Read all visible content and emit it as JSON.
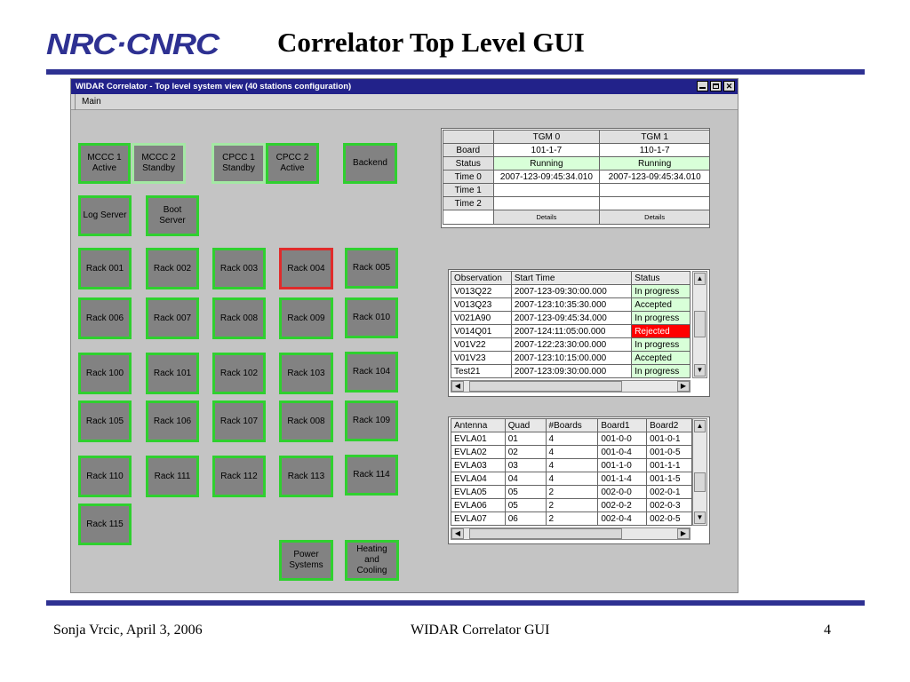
{
  "slide": {
    "logo_text": "NRC·CNRC",
    "title": "Correlator Top Level GUI",
    "colors": {
      "rule": "#2e3192",
      "logo": "#2e3192"
    }
  },
  "window": {
    "title": "WIDAR Correlator -  Top level system view (40 stations configuration)",
    "controls": {
      "minimize": "minimize-icon",
      "maximize": "maximize-icon",
      "close": "close-icon"
    },
    "menu": [
      "Main"
    ]
  },
  "tiles": {
    "mccc1": "MCCC 1\nActive",
    "mccc2": "MCCC 2\nStandby",
    "cpcc1": "CPCC 1\nStandby",
    "cpcc2": "CPCC 2\nActive",
    "backend": "Backend",
    "log_server": "Log Server",
    "boot_server": "Boot\nServer",
    "power": "Power\nSystems",
    "heating": "Heating\nand\nCooling",
    "racks": [
      "Rack 001",
      "Rack 002",
      "Rack 003",
      "Rack 004",
      "Rack 005",
      "Rack 006",
      "Rack 007",
      "Rack 008",
      "Rack 009",
      "Rack 010",
      "Rack 100",
      "Rack 101",
      "Rack 102",
      "Rack 103",
      "Rack 104",
      "Rack 105",
      "Rack 106",
      "Rack 107",
      "Rack 008",
      "Rack 109",
      "Rack 110",
      "Rack 111",
      "Rack 112",
      "Rack 113",
      "Rack 114",
      "Rack 115"
    ],
    "colors": {
      "active_border": "#2fd02f",
      "standby_border": "#a4e8a4",
      "alert_border": "#e02b2b",
      "fill": "#828282"
    }
  },
  "tgm": {
    "headers": [
      "TGM 0",
      "TGM 1"
    ],
    "rows": [
      {
        "label": "Board",
        "values": [
          "101-1-7",
          "110-1-7"
        ]
      },
      {
        "label": "Status",
        "values": [
          "Running",
          "Running"
        ]
      },
      {
        "label": "Time 0",
        "values": [
          "2007-123-09:45:34.010",
          "2007-123-09:45:34.010"
        ]
      },
      {
        "label": "Time 1",
        "values": [
          "",
          ""
        ]
      },
      {
        "label": "Time 2",
        "values": [
          "",
          ""
        ]
      }
    ],
    "details_labels": [
      "Details",
      "Details"
    ]
  },
  "observations": {
    "columns": [
      "Observation",
      "Start Time",
      "Status"
    ],
    "rows": [
      {
        "name": "V013Q22",
        "start": "2007-123-09:30:00.000",
        "status": "In progress",
        "state": "green"
      },
      {
        "name": "V013Q23",
        "start": "2007-123:10:35:30.000",
        "status": "Accepted",
        "state": "green"
      },
      {
        "name": "V021A90",
        "start": "2007-123-09:45:34.000",
        "status": "In progress",
        "state": "green"
      },
      {
        "name": "V014Q01",
        "start": "2007-124:11:05:00.000",
        "status": "Rejected",
        "state": "red"
      },
      {
        "name": "V01V22",
        "start": "2007-122:23:30:00.000",
        "status": "In progress",
        "state": "green"
      },
      {
        "name": "V01V23",
        "start": "2007-123:10:15:00.000",
        "status": "Accepted",
        "state": "green"
      },
      {
        "name": "Test21",
        "start": "2007-123:09:30:00.000",
        "status": "In progress",
        "state": "green"
      }
    ]
  },
  "antennas": {
    "columns": [
      "Antenna",
      "Quad",
      "#Boards",
      "Board1",
      "Board2"
    ],
    "rows": [
      [
        "EVLA01",
        "01",
        "4",
        "001-0-0",
        "001-0-1"
      ],
      [
        "EVLA02",
        "02",
        "4",
        "001-0-4",
        "001-0-5"
      ],
      [
        "EVLA03",
        "03",
        "4",
        "001-1-0",
        "001-1-1"
      ],
      [
        "EVLA04",
        "04",
        "4",
        "001-1-4",
        "001-1-5"
      ],
      [
        "EVLA05",
        "05",
        "2",
        "002-0-0",
        "002-0-1"
      ],
      [
        "EVLA06",
        "05",
        "2",
        "002-0-2",
        "002-0-3"
      ],
      [
        "EVLA07",
        "06",
        "2",
        "002-0-4",
        "002-0-5"
      ]
    ]
  },
  "footer": {
    "author": "Sonja Vrcic, April 3, 2006",
    "center": "WIDAR Correlator GUI",
    "page": "4"
  }
}
